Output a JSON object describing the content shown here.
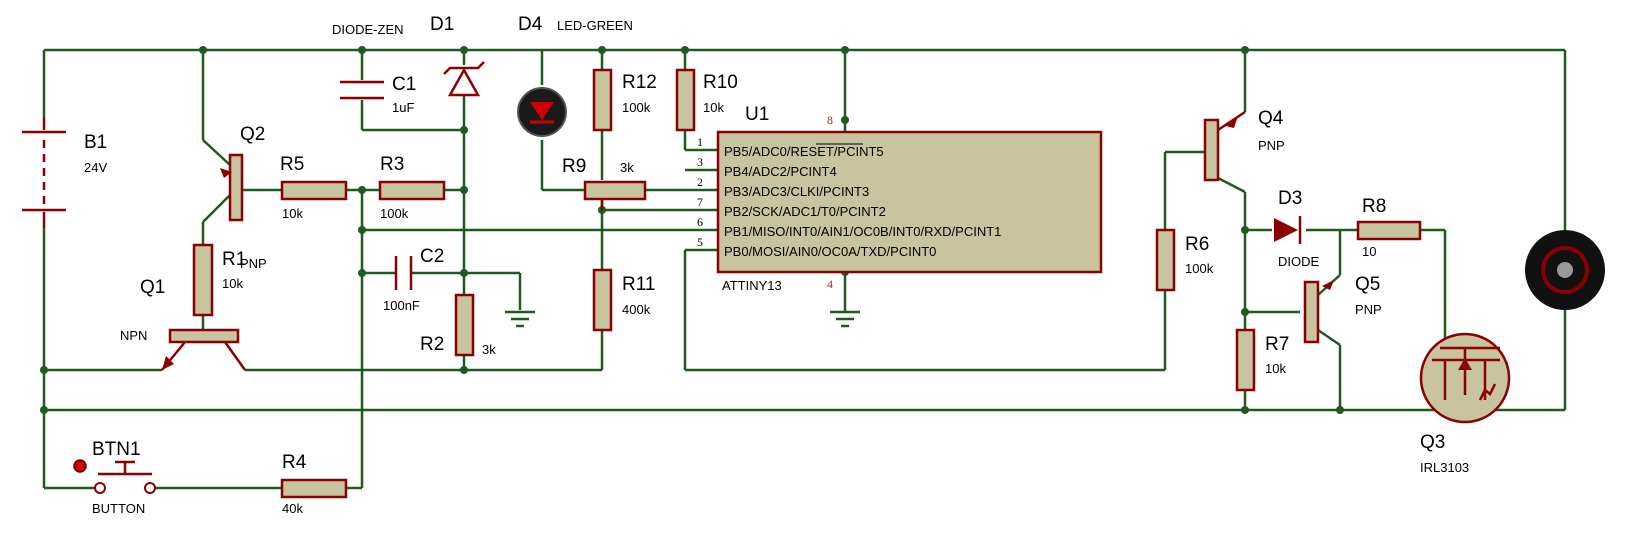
{
  "components": [
    {
      "id": "B1",
      "ref": "B1",
      "value": "24V"
    },
    {
      "id": "Q1",
      "ref": "Q1",
      "value": "NPN"
    },
    {
      "id": "Q2",
      "ref": "Q2",
      "value": "PNP"
    },
    {
      "id": "R1",
      "ref": "R1",
      "value": "10k"
    },
    {
      "id": "R5",
      "ref": "R5",
      "value": "10k"
    },
    {
      "id": "R3",
      "ref": "R3",
      "value": "100k"
    },
    {
      "id": "C1",
      "ref": "C1",
      "value": "1uF"
    },
    {
      "id": "D1",
      "ref": "D1",
      "value": "DIODE-ZEN"
    },
    {
      "id": "D4",
      "ref": "D4",
      "value": "LED-GREEN"
    },
    {
      "id": "R12",
      "ref": "R12",
      "value": "100k"
    },
    {
      "id": "R10",
      "ref": "R10",
      "value": "10k"
    },
    {
      "id": "R9",
      "ref": "R9",
      "value": "3k"
    },
    {
      "id": "R11",
      "ref": "R11",
      "value": "400k"
    },
    {
      "id": "C2",
      "ref": "C2",
      "value": "100nF"
    },
    {
      "id": "R2",
      "ref": "R2",
      "value": "3k"
    },
    {
      "id": "U1",
      "ref": "U1",
      "value": "ATTINY13"
    },
    {
      "id": "Q4",
      "ref": "Q4",
      "value": "PNP"
    },
    {
      "id": "R6",
      "ref": "R6",
      "value": "100k"
    },
    {
      "id": "D3",
      "ref": "D3",
      "value": "DIODE"
    },
    {
      "id": "R8",
      "ref": "R8",
      "value": "10"
    },
    {
      "id": "Q5",
      "ref": "Q5",
      "value": "PNP"
    },
    {
      "id": "R7",
      "ref": "R7",
      "value": "10k"
    },
    {
      "id": "Q3",
      "ref": "Q3",
      "value": "IRL3103"
    },
    {
      "id": "BTN1",
      "ref": "BTN1",
      "value": "BUTTON"
    },
    {
      "id": "R4",
      "ref": "R4",
      "value": "40k"
    }
  ],
  "u1_pins": [
    {
      "num": "1",
      "name": "PB5/ADC0/RESET/PCINT5"
    },
    {
      "num": "3",
      "name": "PB4/ADC2/PCINT4"
    },
    {
      "num": "2",
      "name": "PB3/ADC3/CLKI/PCINT3"
    },
    {
      "num": "7",
      "name": "PB2/SCK/ADC1/T0/PCINT2"
    },
    {
      "num": "6",
      "name": "PB1/MISO/INT0/AIN1/OC0B/INT0/RXD/PCINT1"
    },
    {
      "num": "5",
      "name": "PB0/MOSI/AIN0/OC0A/TXD/PCINT0"
    }
  ],
  "u1_power": {
    "vcc_pin": "8",
    "gnd_pin": "4"
  }
}
